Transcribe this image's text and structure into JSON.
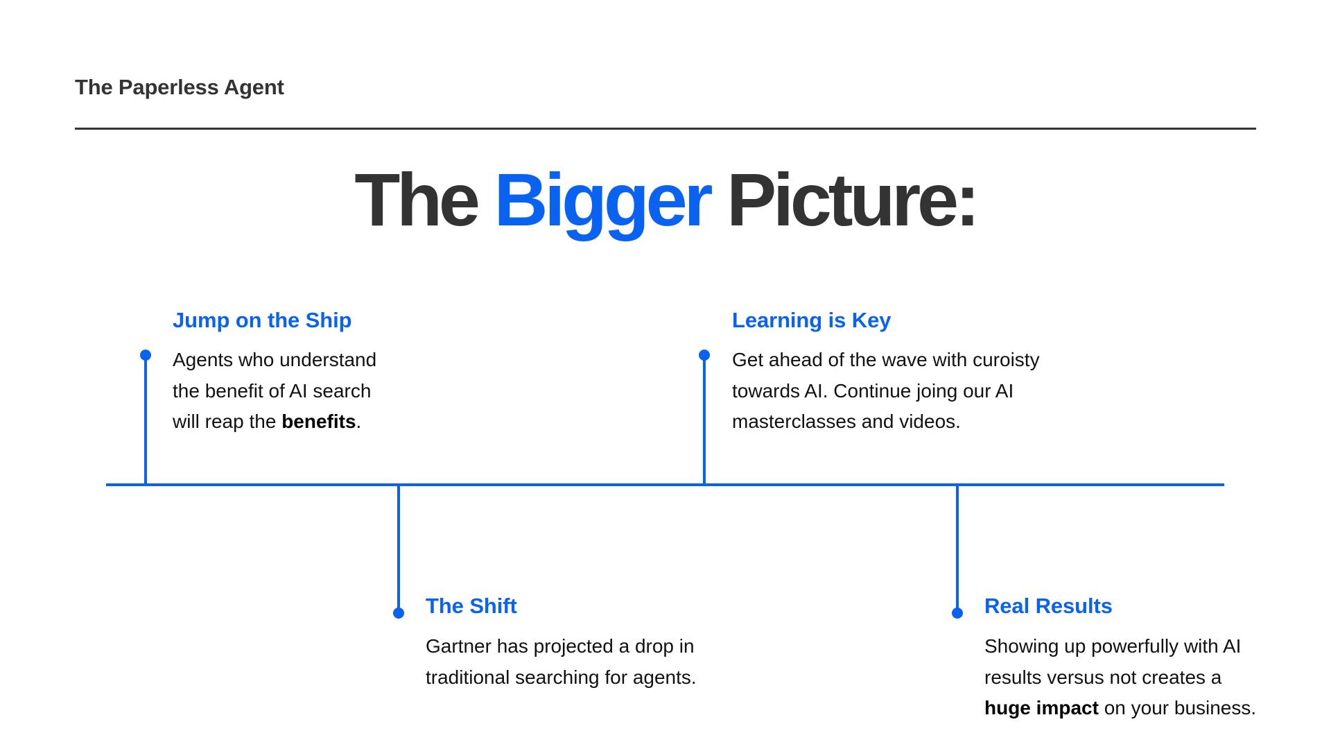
{
  "brand": {
    "name": "The Paperless Agent"
  },
  "title": {
    "part1": "The ",
    "accent": "Bigger",
    "part2": " Picture:"
  },
  "colors": {
    "accent": "#0a62f0",
    "text_dark": "#333333",
    "body_text": "#111111"
  },
  "timeline": {
    "items": [
      {
        "heading": "Jump on the Ship",
        "position": "above",
        "lines": [
          {
            "text": "Agents who understand"
          },
          {
            "text": "the benefit of AI search"
          },
          {
            "pre": "will reap the ",
            "bold": "benefits",
            "post": "."
          }
        ]
      },
      {
        "heading": "The Shift",
        "position": "below",
        "lines": [
          {
            "text": "Gartner has projected a drop in"
          },
          {
            "text": "traditional searching for agents."
          }
        ]
      },
      {
        "heading": "Learning is Key",
        "position": "above",
        "lines": [
          {
            "text": "Get ahead of the wave with curoisty"
          },
          {
            "text": "towards AI. Continue joing our AI"
          },
          {
            "text": "masterclasses and videos."
          }
        ]
      },
      {
        "heading": "Real Results",
        "position": "below",
        "lines": [
          {
            "text": "Showing up powerfully with AI"
          },
          {
            "text": "results versus not creates a"
          },
          {
            "pre": "",
            "bold": "huge impact",
            "post": " on your business."
          }
        ]
      }
    ]
  }
}
